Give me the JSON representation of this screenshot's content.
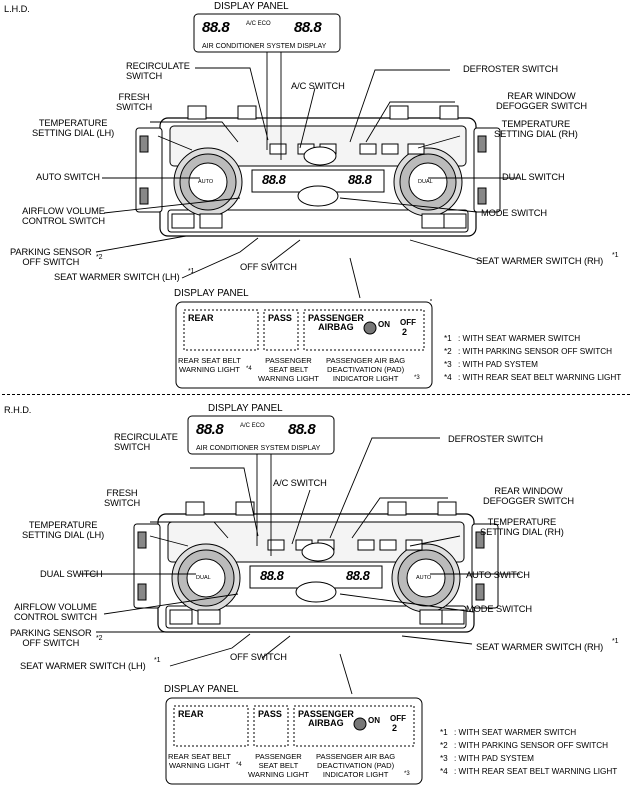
{
  "lhd": {
    "section": "L.H.D.",
    "display_panel_title": "DISPLAY PANEL",
    "lcd_left": "88.8",
    "lcd_right": "88.8",
    "ac_tag": "A/C ECO",
    "ac_display": "AIR CONDITIONER SYSTEM DISPLAY",
    "labels": {
      "recirculate": [
        "RECIRCULATE",
        "SWITCH"
      ],
      "ac_switch": "A/C SWITCH",
      "defroster": "DEFROSTER SWITCH",
      "fresh": [
        "FRESH",
        "SWITCH"
      ],
      "rear_window": [
        "REAR WINDOW",
        "DEFOGGER SWITCH"
      ],
      "temp_lh": [
        "TEMPERATURE",
        "SETTING DIAL (LH)"
      ],
      "temp_rh": [
        "TEMPERATURE",
        "SETTING DIAL (RH)"
      ],
      "left_mid": "AUTO SWITCH",
      "right_mid": "DUAL SWITCH",
      "airflow": [
        "AIRFLOW VOLUME",
        "CONTROL SWITCH"
      ],
      "mode": "MODE SWITCH",
      "parking": [
        "PARKING SENSOR",
        "OFF SWITCH"
      ],
      "parking_sup": "*2",
      "seat_lh": "SEAT WARMER SWITCH (LH)",
      "seat_lh_sup": "*1",
      "off_switch": "OFF SWITCH",
      "seat_rh": "SEAT WARMER SWITCH (RH)",
      "seat_rh_sup": "*1"
    },
    "dial_left": "AUTO",
    "dial_right": "DUAL",
    "panel_display_title": "DISPLAY PANEL",
    "panel": {
      "rear": "REAR",
      "pass": "PASS",
      "passenger_airbag": [
        "PASSENGER",
        "AIRBAG"
      ],
      "on": "ON",
      "off": "OFF",
      "two": "2"
    },
    "captions": {
      "rear_belt": [
        "REAR SEAT BELT",
        "WARNING LIGHT"
      ],
      "rear_belt_sup": "*4",
      "pass_belt": [
        "PASSENGER",
        "SEAT BELT",
        "WARNING LIGHT"
      ],
      "pad": [
        "PASSENGER AIR BAG",
        "DEACTIVATION (PAD)",
        "INDICATOR LIGHT"
      ],
      "pad_sup": "*3"
    }
  },
  "rhd": {
    "section": "R.H.D.",
    "display_panel_title": "DISPLAY PANEL",
    "lcd_left": "88.8",
    "lcd_right": "88.8",
    "ac_tag": "A/C ECO",
    "ac_display": "AIR CONDITIONER SYSTEM DISPLAY",
    "labels": {
      "recirculate": [
        "RECIRCULATE",
        "SWITCH"
      ],
      "ac_switch": "A/C SWITCH",
      "defroster": "DEFROSTER SWITCH",
      "fresh": [
        "FRESH",
        "SWITCH"
      ],
      "rear_window": [
        "REAR WINDOW",
        "DEFOGGER SWITCH"
      ],
      "temp_lh": [
        "TEMPERATURE",
        "SETTING DIAL (LH)"
      ],
      "temp_rh": [
        "TEMPERATURE",
        "SETTING DIAL (RH)"
      ],
      "left_mid": "DUAL SWITCH",
      "right_mid": "AUTO SWITCH",
      "airflow": [
        "AIRFLOW VOLUME",
        "CONTROL SWITCH"
      ],
      "mode": "MODE SWITCH",
      "parking": [
        "PARKING SENSOR",
        "OFF SWITCH"
      ],
      "parking_sup": "*2",
      "seat_lh": "SEAT WARMER SWITCH (LH)",
      "seat_lh_sup": "*1",
      "off_switch": "OFF SWITCH",
      "seat_rh": "SEAT WARMER SWITCH (RH)",
      "seat_rh_sup": "*1"
    },
    "dial_left": "DUAL",
    "dial_right": "AUTO",
    "panel_display_title": "DISPLAY PANEL",
    "panel": {
      "rear": "REAR",
      "pass": "PASS",
      "passenger_airbag": [
        "PASSENGER",
        "AIRBAG"
      ],
      "on": "ON",
      "off": "OFF",
      "two": "2"
    },
    "captions": {
      "rear_belt": [
        "REAR SEAT BELT",
        "WARNING LIGHT"
      ],
      "rear_belt_sup": "*4",
      "pass_belt": [
        "PASSENGER",
        "SEAT BELT",
        "WARNING LIGHT"
      ],
      "pad": [
        "PASSENGER AIR BAG",
        "DEACTIVATION (PAD)",
        "INDICATOR LIGHT"
      ],
      "pad_sup": "*3"
    }
  },
  "notes": [
    {
      "mark": "*1",
      "text": ": WITH SEAT WARMER SWITCH"
    },
    {
      "mark": "*2",
      "text": ": WITH PARKING SENSOR OFF SWITCH"
    },
    {
      "mark": "*3",
      "text": ": WITH PAD SYSTEM"
    },
    {
      "mark": "*4",
      "text": ": WITH REAR SEAT BELT WARNING LIGHT"
    }
  ]
}
